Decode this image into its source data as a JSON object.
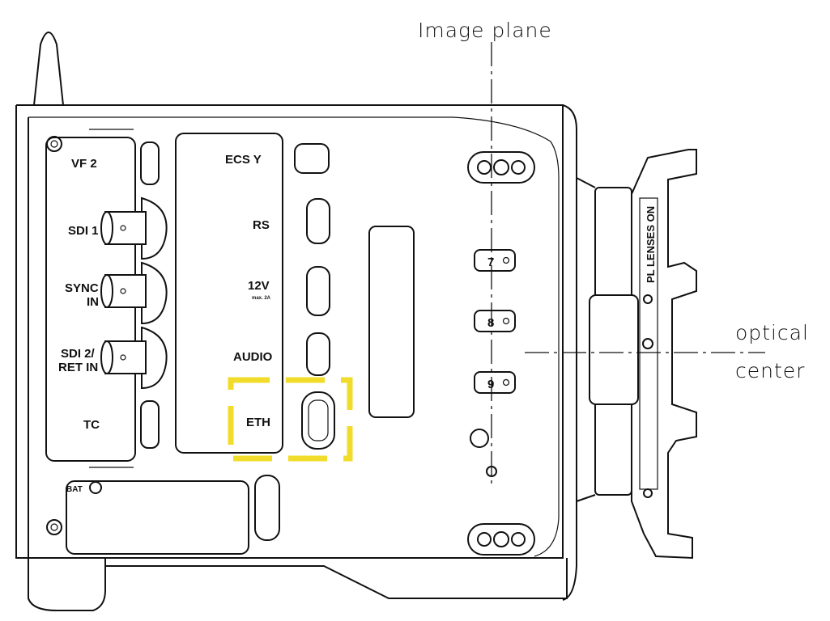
{
  "annotations": {
    "image_plane": "Image plane",
    "optical_center_line1": "optical",
    "optical_center_line2": "center"
  },
  "left_panel_labels": [
    "VF 2",
    "SDI 1",
    "SYNC",
    "IN",
    "SDI 2/",
    "RET IN",
    "TC"
  ],
  "right_panel_labels": [
    "ECS Y",
    "RS",
    "12V",
    "max. 2A",
    "AUDIO",
    "ETH"
  ],
  "battery_label": "BAT",
  "marker_numbers": [
    "7",
    "8",
    "9"
  ],
  "mount_label": "PL LENSES ON",
  "highlight": {
    "target": "ETH",
    "color": "#f2dc2b"
  }
}
